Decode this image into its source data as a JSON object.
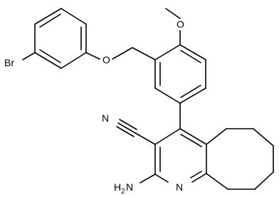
{
  "structure": {
    "atoms": {
      "bromine": "Br",
      "ether_oxygen": "O",
      "methoxy_oxygen": "O",
      "nitrile_nitrogen": "N",
      "amino_group": "H",
      "amino_subscript": "2",
      "amino_n": "N",
      "pyridine_nitrogen": "N"
    }
  },
  "colors": {
    "bond": "#000000",
    "background": "#ffffff"
  }
}
